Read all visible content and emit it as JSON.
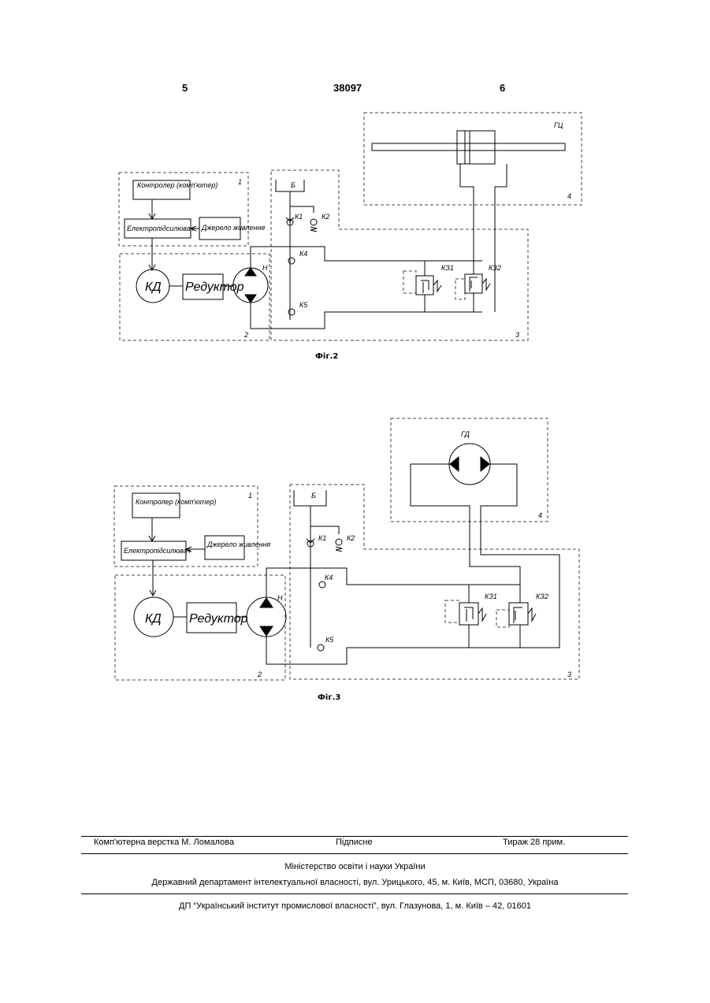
{
  "header": {
    "left": "5",
    "center": "38097",
    "right": "6"
  },
  "fig2": {
    "caption": "Фіг.2",
    "controller": "Контролер (комп'ютер)",
    "servo": "Електропідсилювач",
    "power": "Джерело живлення",
    "motor": "КД",
    "reducer": "Редуктор",
    "pump": "Н",
    "tank": "Б",
    "cylinder": "ГЦ",
    "k1": "К1",
    "k2": "К2",
    "k4": "К4",
    "k5": "К5",
    "kz1": "КЗ1",
    "kz2": "КЗ2",
    "n1": "1",
    "n2": "2",
    "n3": "3",
    "n4": "4"
  },
  "fig3": {
    "caption": "Фіг.3",
    "controller": "Контролер (комп'ютер)",
    "servo": "Електропідсилювач",
    "power": "Джерело живлення",
    "motor": "КД",
    "reducer": "Редуктор",
    "pump": "Н",
    "tank": "Б",
    "hydromotor": "ГД",
    "k1": "К1",
    "k2": "К2",
    "k4": "К4",
    "k5": "К5",
    "kz1": "КЗ1",
    "kz2": "КЗ2",
    "n1": "1",
    "n2": "2",
    "n3": "3",
    "n4": "4"
  },
  "footer": {
    "layout": "Комп'ютерна верстка М. Ломалова",
    "signed": "Підписне",
    "circulation": "Тираж 28 прим.",
    "ministry": "Міністерство освіти і науки України",
    "department": "Державний департамент інтелектуальної власності, вул. Урицького, 45, м. Київ, МСП, 03680, Україна",
    "institute": "ДП “Український інститут промислової власності”, вул. Глазунова, 1, м. Київ – 42, 01601"
  }
}
